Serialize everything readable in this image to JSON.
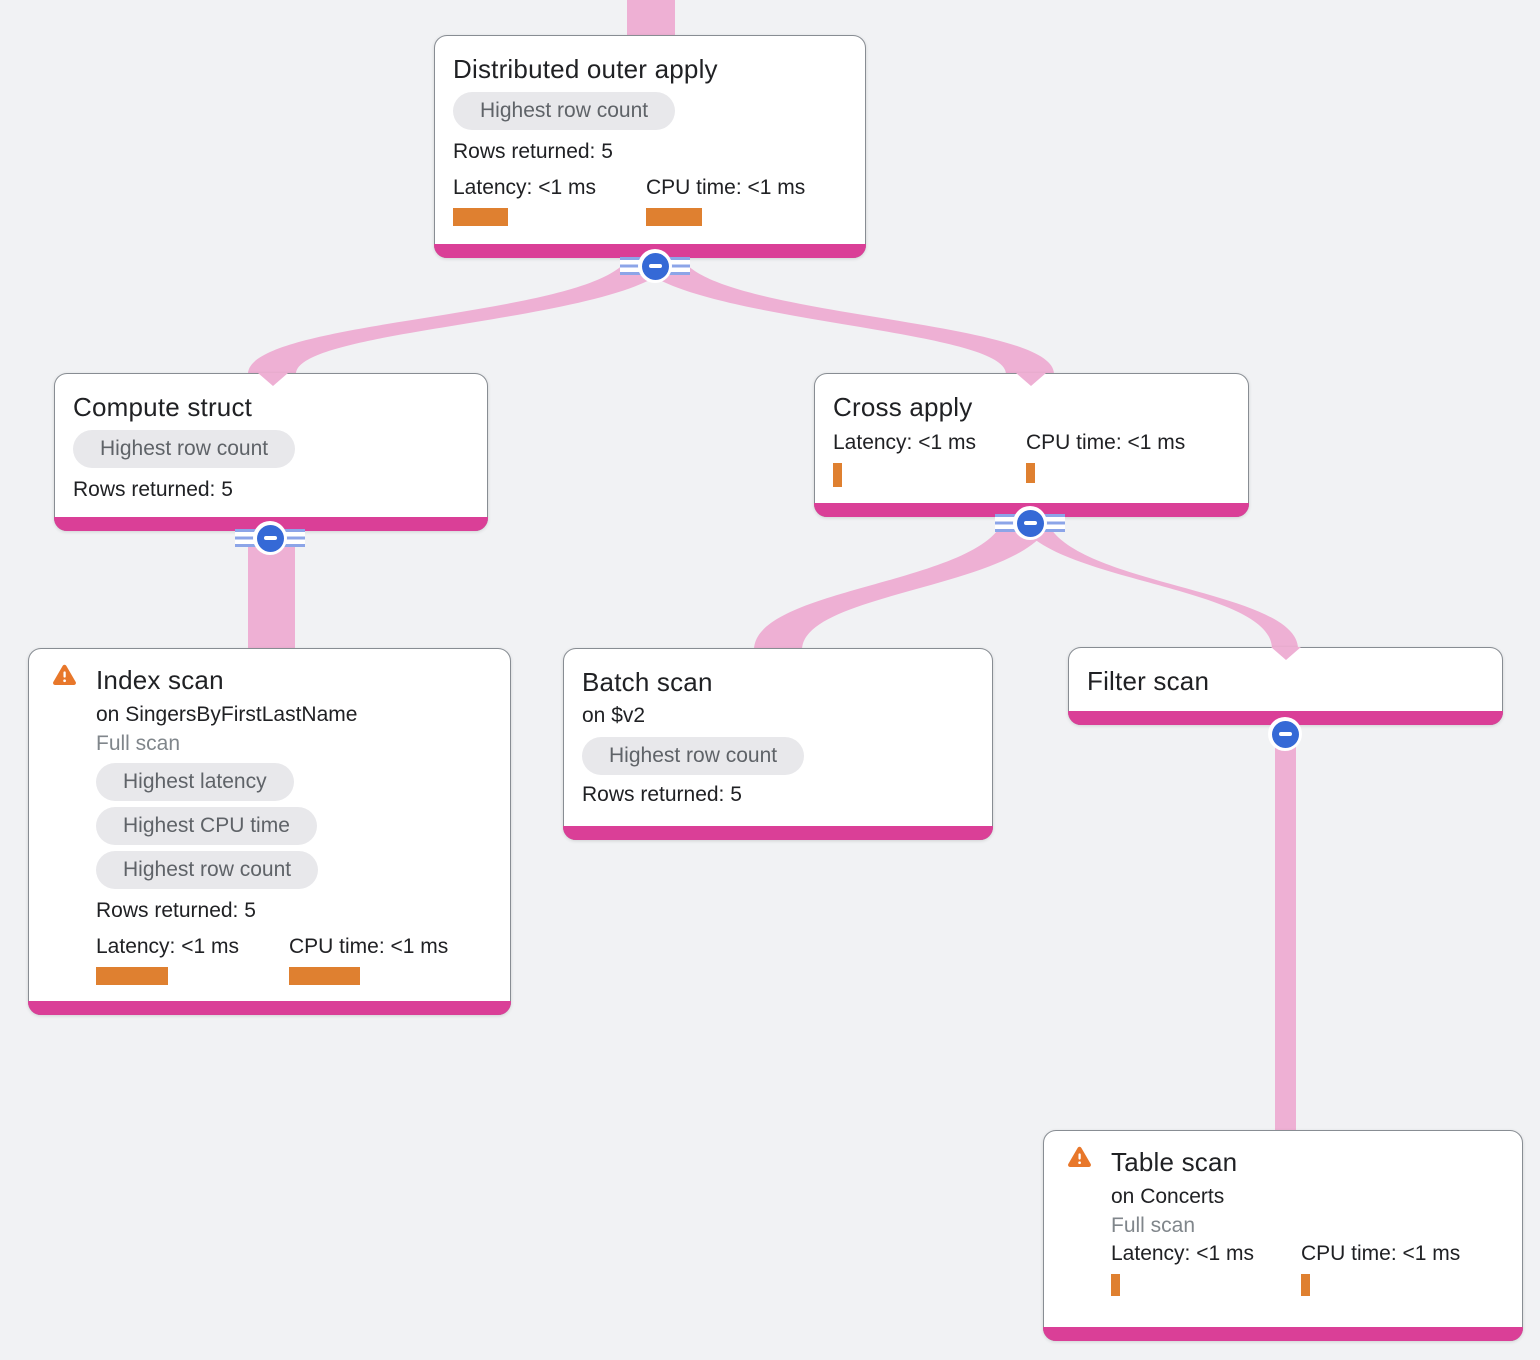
{
  "diagram": {
    "kind": "query-execution-plan-tree",
    "rows_flow_value": 5
  },
  "colors": {
    "background": "#f1f2f4",
    "edge_pink": "#eeb0d4",
    "node_bottom_bar": "#da3f97",
    "collapse_button_blue": "#3569d6",
    "collapse_stripe_blue": "#8ca5e8",
    "metric_bar_orange": "#df8030",
    "warning_orange": "#e8772a",
    "chip_background": "#e8e8eb",
    "chip_text": "#5f6368",
    "text_primary": "#202124",
    "text_secondary": "#80868b"
  },
  "nodes": [
    {
      "title": "Distributed outer apply",
      "badges": [
        "Highest row count"
      ],
      "rows_returned": "Rows returned: 5",
      "latency_label": "Latency: <1 ms",
      "cpu_label": "CPU time: <1 ms"
    },
    {
      "title": "Compute struct",
      "badges": [
        "Highest row count"
      ],
      "rows_returned": "Rows returned: 5"
    },
    {
      "title": "Cross apply",
      "latency_label": "Latency: <1 ms",
      "cpu_label": "CPU time: <1 ms"
    },
    {
      "title": "Index scan",
      "subtitle": "on SingersByFirstLastName",
      "scan_type": "Full scan",
      "badges": [
        "Highest latency",
        "Highest CPU time",
        "Highest row count"
      ],
      "rows_returned": "Rows returned: 5",
      "latency_label": "Latency: <1 ms",
      "cpu_label": "CPU time: <1 ms"
    },
    {
      "title": "Batch scan",
      "subtitle": "on $v2",
      "badges": [
        "Highest row count"
      ],
      "rows_returned": "Rows returned: 5"
    },
    {
      "title": "Filter scan"
    },
    {
      "title": "Table scan",
      "subtitle": "on Concerts",
      "scan_type": "Full scan",
      "latency_label": "Latency: <1 ms",
      "cpu_label": "CPU time: <1 ms"
    }
  ]
}
